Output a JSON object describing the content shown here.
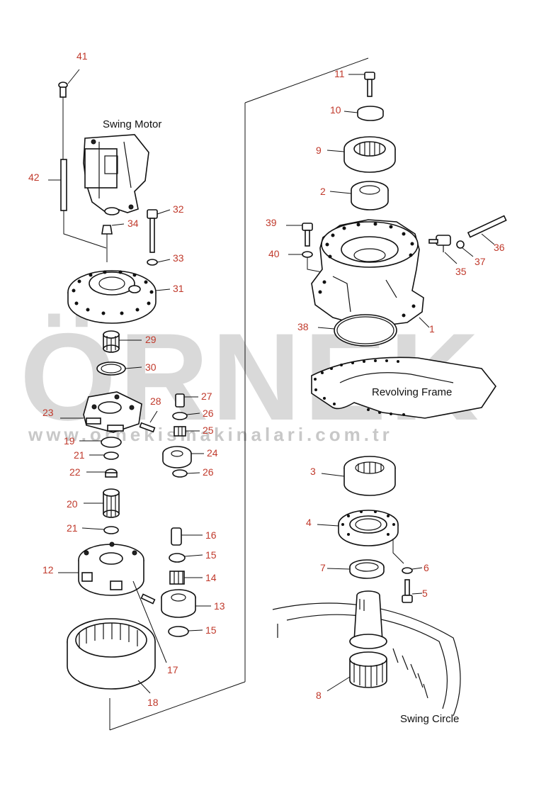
{
  "watermark": {
    "brand": "ÖRNEK",
    "url": "www.ornekismakinalari.com.tr",
    "accent_color": "#f0c040"
  },
  "captions": {
    "swing_motor": "Swing Motor",
    "revolving_frame": "Revolving Frame",
    "swing_circle": "Swing Circle"
  },
  "callouts": [
    "1",
    "2",
    "3",
    "4",
    "5",
    "6",
    "7",
    "8",
    "9",
    "10",
    "11",
    "12",
    "13",
    "14",
    "15",
    "15",
    "16",
    "17",
    "18",
    "19",
    "20",
    "21",
    "21",
    "22",
    "23",
    "24",
    "25",
    "26",
    "26",
    "27",
    "28",
    "29",
    "30",
    "31",
    "32",
    "33",
    "34",
    "35",
    "36",
    "37",
    "38",
    "39",
    "40",
    "41",
    "42"
  ],
  "colors": {
    "callout": "#c0392b",
    "line": "#111111",
    "watermark": "#d9d9d9"
  }
}
